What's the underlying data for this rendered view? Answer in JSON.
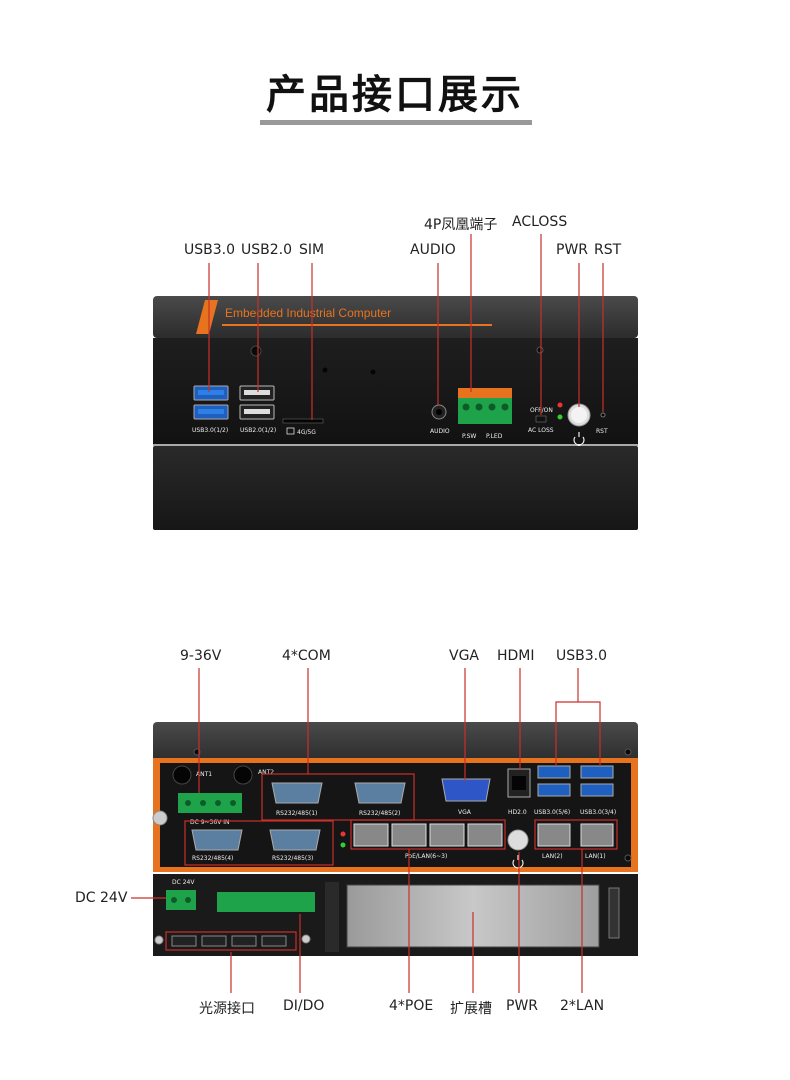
{
  "title": "产品接口展示",
  "front": {
    "brand_text": "Embedded Industrial Computer",
    "labels": {
      "usb30": "USB3.0",
      "usb20": "USB2.0",
      "sim": "SIM",
      "phoenix": "4P凤凰端子",
      "acloss": "ACLOSS",
      "audio": "AUDIO",
      "pwr": "PWR",
      "rst": "RST"
    },
    "silk": {
      "usb30": "USB3.0(1/2)",
      "usb20": "USB2.0(1/2)",
      "sim": "4G/5G",
      "audio": "AUDIO",
      "psw": "P.SW",
      "pled": "P.LED",
      "offon": "OFF/ON",
      "acloss": "AC LOSS",
      "rst": "RST"
    }
  },
  "rear": {
    "labels": {
      "dc936": "9-36V",
      "com": "4*COM",
      "vga": "VGA",
      "hdmi": "HDMI",
      "usb30": "USB3.0",
      "dc24": "DC 24V",
      "light": "光源接口",
      "dido": "DI/DO",
      "poe": "4*POE",
      "slot": "扩展槽",
      "pwr": "PWR",
      "lan": "2*LAN"
    },
    "silk": {
      "ant1": "ANT1",
      "ant2": "ANT2",
      "dcin": "DC 9~36V IN",
      "rs1": "RS232/485(1)",
      "rs2": "RS232/485(2)",
      "rs3": "RS232/485(3)",
      "rs4": "RS232/485(4)",
      "vga": "VGA",
      "hdmi": "HD2.0",
      "usb56": "USB3.0(5/6)",
      "usb34": "USB3.0(3/4)",
      "poe": "PoE/LAN(6~3)",
      "lan2": "LAN(2)",
      "lan1": "LAN(1)",
      "dc24": "DC 24V"
    }
  }
}
